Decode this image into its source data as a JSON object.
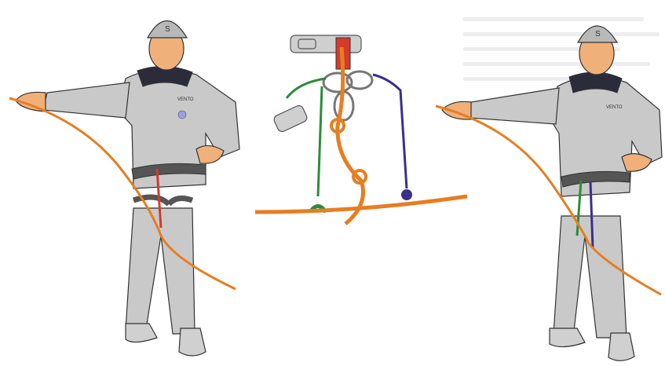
{
  "illustration": {
    "helmet_logo_text": "S",
    "jacket_logo_text": "VENTO",
    "colors": {
      "rope_orange": "#e67e22",
      "sling_green": "#2e8b3a",
      "sling_purple": "#3a2f8c",
      "sling_red": "#d63a2a",
      "clothing_gray": "#c9c9c9",
      "outline": "#333333",
      "skin": "#f0b07a",
      "harness": "#555555"
    },
    "icons": [
      "climber-figure",
      "harness-gear-closeup",
      "carabiner-icon",
      "rope-coil"
    ]
  }
}
